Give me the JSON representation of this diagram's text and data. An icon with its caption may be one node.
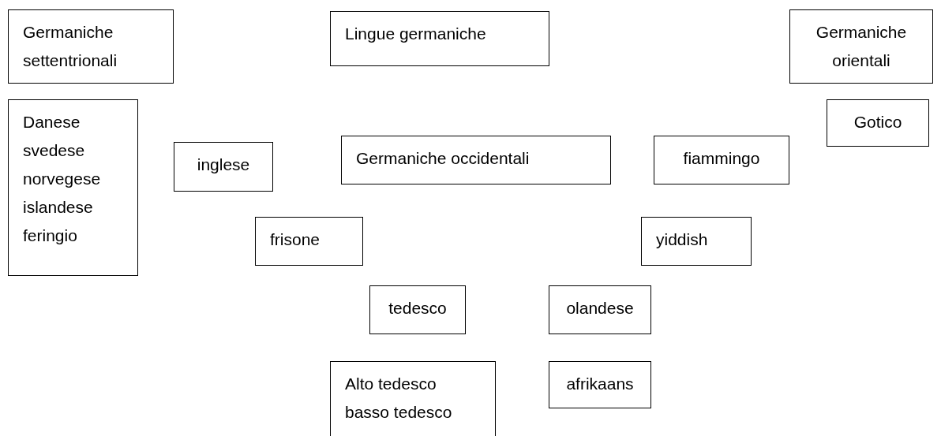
{
  "diagram": {
    "nodes": [
      {
        "text": [
          "Germaniche settentrionali"
        ]
      },
      {
        "text": [
          "Lingue germaniche"
        ]
      },
      {
        "text": [
          "Germaniche orientali"
        ]
      },
      {
        "text": [
          "Danese svedese norvegese islandese feringio"
        ]
      },
      {
        "text": [
          "Gotico"
        ]
      },
      {
        "text": [
          "inglese"
        ]
      },
      {
        "text": [
          "Germaniche occidentali"
        ]
      },
      {
        "text": [
          "fiammingo"
        ]
      },
      {
        "text": [
          "frisone"
        ]
      },
      {
        "text": [
          "yiddish"
        ]
      },
      {
        "text": [
          "tedesco"
        ]
      },
      {
        "text": [
          "olandese"
        ]
      },
      {
        "text": [
          "Alto tedesco basso tedesco"
        ]
      },
      {
        "text": [
          "afrikaans"
        ]
      }
    ]
  }
}
